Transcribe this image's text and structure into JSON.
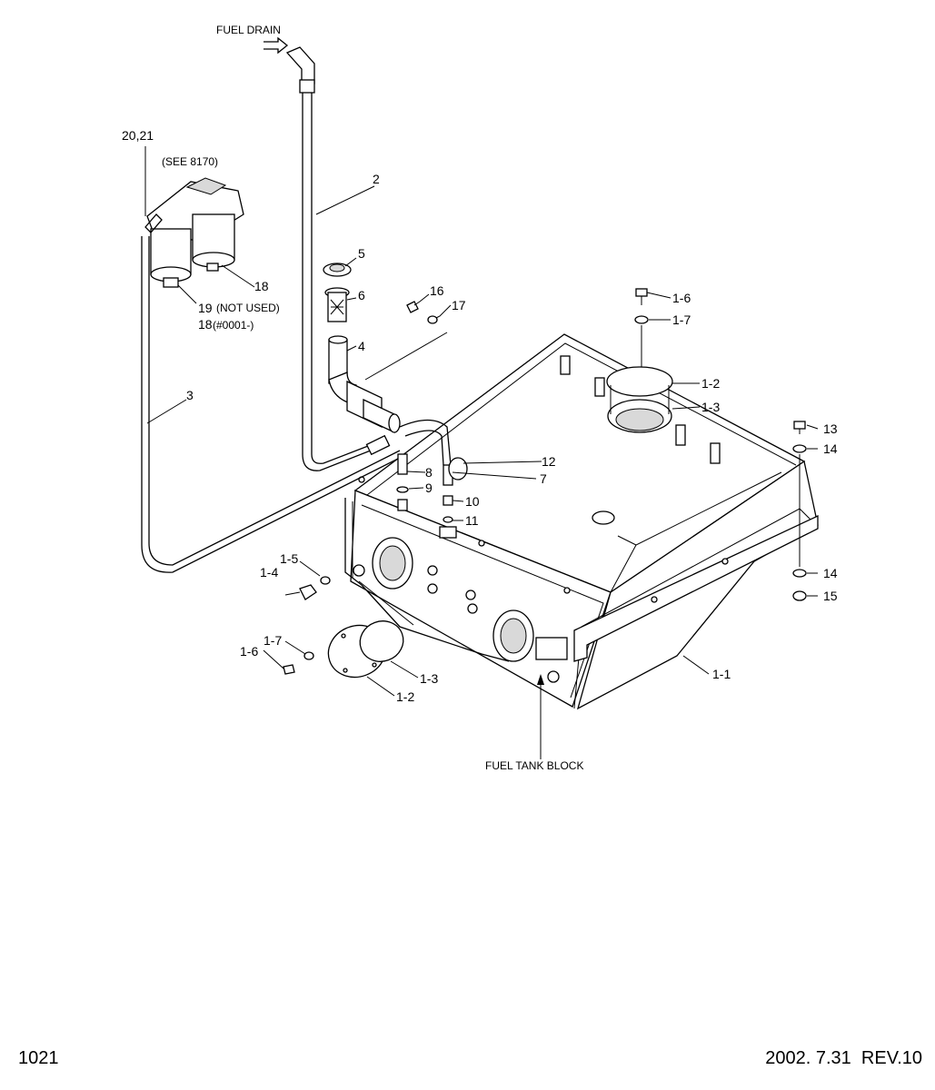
{
  "notes": {
    "fuel_drain": "FUEL DRAIN",
    "fuel_tank_block": "FUEL TANK BLOCK",
    "see_ref": "(SEE 8170)",
    "not_used": "(NOT USED)",
    "serial_range": "(#0001-)"
  },
  "callouts": {
    "c20_21": "20,21",
    "c2": "2",
    "c3": "3",
    "c4": "4",
    "c5": "5",
    "c6": "6",
    "c7": "7",
    "c8": "8",
    "c9": "9",
    "c10": "10",
    "c11": "11",
    "c12": "12",
    "c13": "13",
    "c14a": "14",
    "c14b": "14",
    "c15": "15",
    "c16": "16",
    "c17": "17",
    "c18a": "18",
    "c18b": "18",
    "c19": "19",
    "c1_1": "1-1",
    "c1_2a": "1-2",
    "c1_2b": "1-2",
    "c1_3a": "1-3",
    "c1_3b": "1-3",
    "c1_4": "1-4",
    "c1_5": "1-5",
    "c1_6a": "1-6",
    "c1_6b": "1-6",
    "c1_7a": "1-7",
    "c1_7b": "1-7"
  },
  "footer": {
    "page_number": "1021",
    "revision": "2002. 7.31  REV.10"
  }
}
